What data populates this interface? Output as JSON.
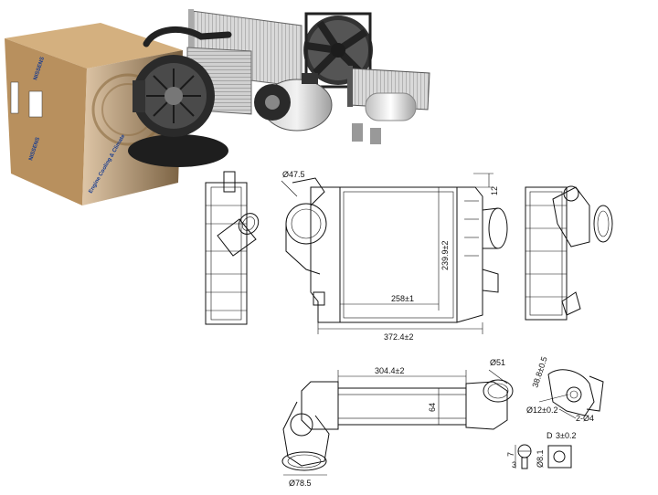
{
  "box": {
    "brand": "NISSENS",
    "tagline": "Engine Cooling & Climate"
  },
  "dimensions": {
    "inlet_diameter": "Ø47.5",
    "top_offset": "12",
    "core_height": "239.9±2",
    "core_width": "258±1",
    "overall_width": "372.4±2",
    "bottom_length": "304.4±2",
    "outlet_diameter": "Ø51",
    "bottom_height": "64",
    "bottom_inlet_diameter": "Ø78.5",
    "bracket_radius": "38.8±0.5",
    "hole_diameter": "Ø12±0.2",
    "hole_count": "2-Ø4",
    "pin_offset": "3±0.2",
    "pin_height": "7",
    "pin_small": "3",
    "pin_diameter": "Ø8.1",
    "pin_label": "D"
  },
  "colors": {
    "box": "#b8905e",
    "box_dark": "#8a6a40",
    "metal": "#9a9a9a",
    "dark": "#2b2b2b",
    "line": "#111111",
    "brand_blue": "#1a3d8f"
  }
}
